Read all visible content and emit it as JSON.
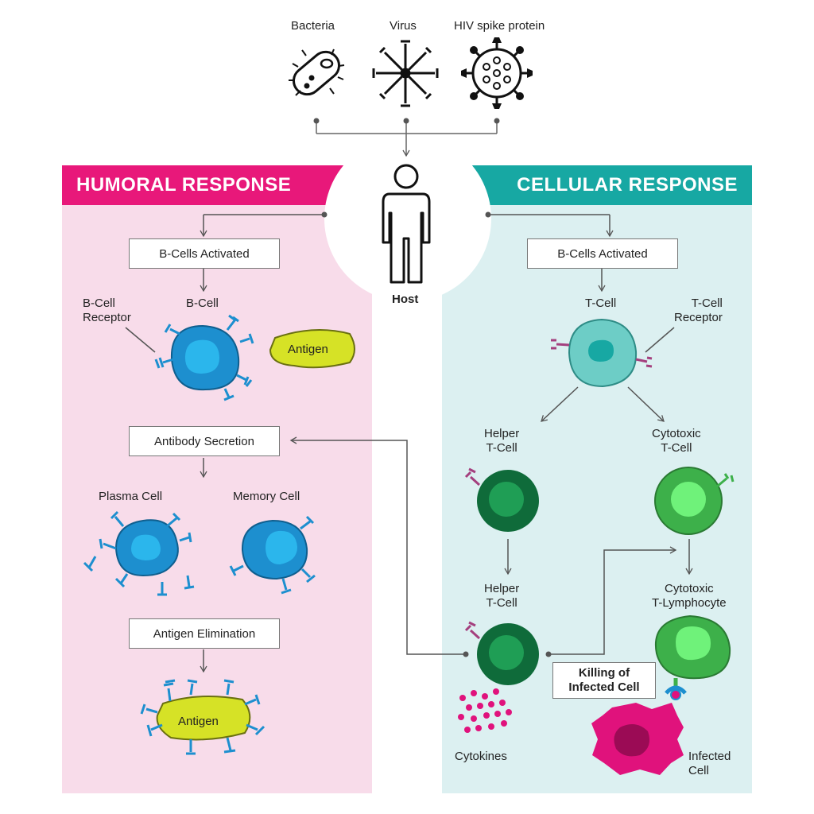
{
  "pathogens": {
    "bacteria": "Bacteria",
    "virus": "Virus",
    "hiv": "HIV spike protein"
  },
  "host": {
    "label": "Host"
  },
  "humoral": {
    "title": "HUMORAL RESPONSE",
    "b_cells_activated": "B-Cells Activated",
    "b_cell_receptor_line1": "B-Cell",
    "b_cell_receptor_line2": "Receptor",
    "b_cell": "B-Cell",
    "antigen": "Antigen",
    "antibody_secretion": "Antibody Secretion",
    "plasma_cell": "Plasma Cell",
    "memory_cell": "Memory Cell",
    "antigen_elimination": "Antigen Elimination",
    "antigen_bottom": "Antigen"
  },
  "cellular": {
    "title": "CELLULAR RESPONSE",
    "b_cells_activated": "B-Cells Activated",
    "t_cell": "T-Cell",
    "t_cell_receptor_line1": "T-Cell",
    "t_cell_receptor_line2": "Receptor",
    "helper_line1": "Helper",
    "helper_line2": "T-Cell",
    "cytotoxic_line1": "Cytotoxic",
    "cytotoxic_line2": "T-Cell",
    "helper2_line1": "Helper",
    "helper2_line2": "T-Cell",
    "ctl_line1": "Cytotoxic",
    "ctl_line2": "T-Lymphocyte",
    "killing_line1": "Killing of",
    "killing_line2": "Infected Cell",
    "cytokines": "Cytokines",
    "infected_line1": "Infected",
    "infected_line2": "Cell"
  },
  "colors": {
    "humoral": "#e8187a",
    "cellular": "#17a8a3",
    "b_cell": "#1d8fcf",
    "t_cell": "#6dcdc6",
    "helper": "#0f6b3a",
    "cytotoxic": "#3db04a",
    "antigen": "#d6e226",
    "infected": "#e0127c"
  }
}
